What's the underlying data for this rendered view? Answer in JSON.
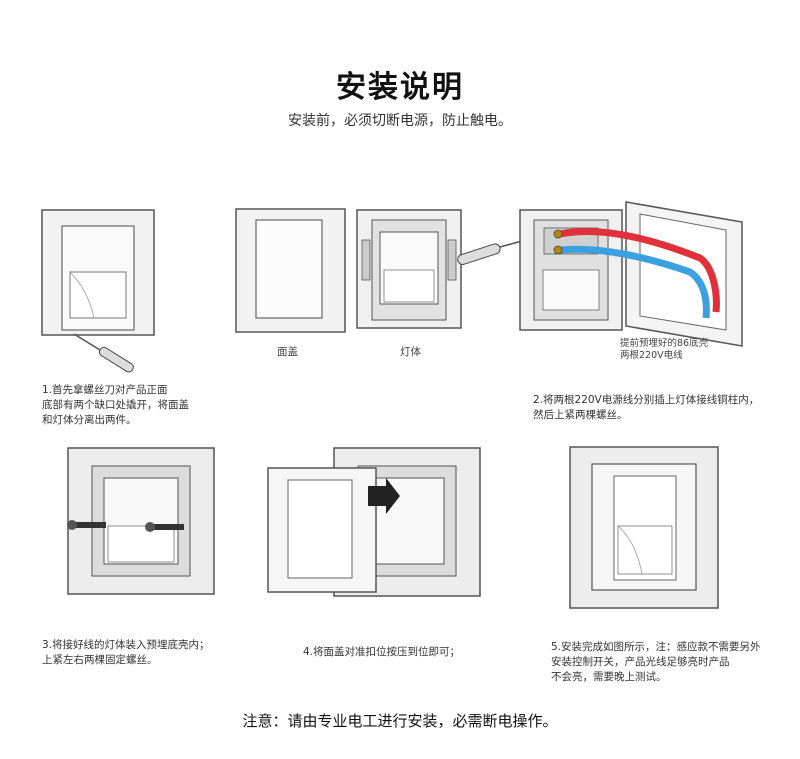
{
  "title": "安装说明",
  "subtitle": "安装前，必须切断电源，防止触电。",
  "labels": {
    "cover": "面盖",
    "body": "灯体",
    "wall_box": [
      "提前预埋好的86底壳",
      "两根220V电线"
    ]
  },
  "steps": {
    "s1": [
      "1.首先拿螺丝刀对产品正面",
      "底部有两个缺口处撬开，将面盖",
      "和灯体分离出两件。"
    ],
    "s2": [
      "2.将两根220V电源线分别插上灯体接线铜柱内，",
      "然后上紧两棵螺丝。"
    ],
    "s3": [
      "3.将接好线的灯体装入预埋底壳内；",
      "上紧左右两棵固定螺丝。"
    ],
    "s4": [
      "4.将面盖对准扣位按压到位即可；"
    ],
    "s5": [
      "5.安装完成如图所示，注：感应款不需要另外",
      "安装控制开关，产品光线足够亮时产品",
      "不会亮，需要晚上测试。"
    ]
  },
  "notice": "注意：请由专业电工进行安装，必需断电操作。",
  "colors": {
    "live_wire": "#e0303a",
    "neutral_wire": "#3aa0e0",
    "plate": "#ececec",
    "outline": "#555555"
  }
}
